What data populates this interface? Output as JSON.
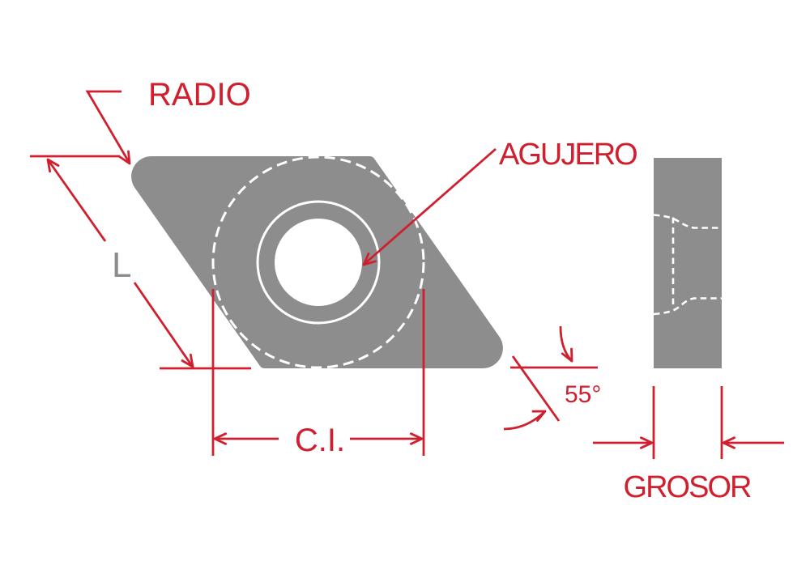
{
  "figure": {
    "labels": {
      "radius": "RADIO",
      "hole": "AGUJERO",
      "length": "L",
      "inscribed_circle": "C.I.",
      "angle": "55°",
      "thickness": "GROSOR"
    },
    "colors": {
      "annotation": "#d01f2e",
      "insert": "#8d8d8d",
      "length_label": "#8c8c8c",
      "background": "#ffffff",
      "hole_outline": "#ffffff"
    }
  }
}
